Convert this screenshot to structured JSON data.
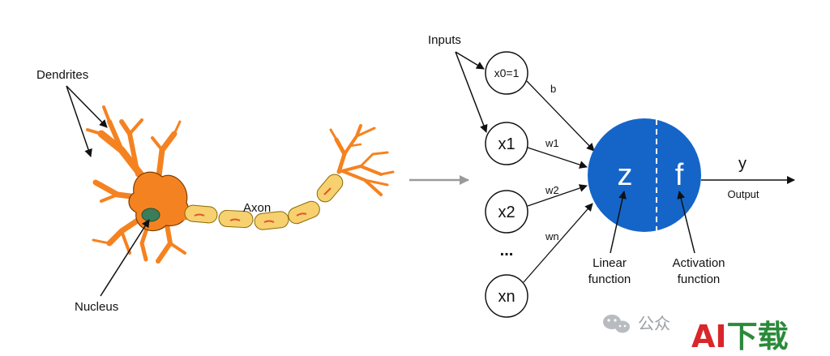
{
  "neuron": {
    "dendrites_label": "Dendrites",
    "axon_label": "Axon",
    "nucleus_label": "Nucleus"
  },
  "perceptron": {
    "inputs_label": "Inputs",
    "nodes": [
      {
        "label": "x0=1"
      },
      {
        "label": "x1"
      },
      {
        "label": "x2"
      },
      {
        "label": "xn"
      }
    ],
    "ellipsis": "...",
    "weights": [
      "b",
      "w1",
      "w2",
      "wn"
    ],
    "z_symbol": "z",
    "f_symbol": "f",
    "output_symbol": "y",
    "output_label": "Output",
    "linear_line1": "Linear",
    "linear_line2": "function",
    "activation_line1": "Activation",
    "activation_line2": "function",
    "circle_color": "#1565c8"
  },
  "watermark": {
    "text": "公众",
    "brand_ai": "AI",
    "brand_rest": "下载"
  },
  "colors": {
    "neuron_fill": "#f58220",
    "axon_segment": "#f7d070",
    "nucleus": "#3a7d5a",
    "brand_red": "#d9262b",
    "brand_green": "#2a8a3a"
  }
}
